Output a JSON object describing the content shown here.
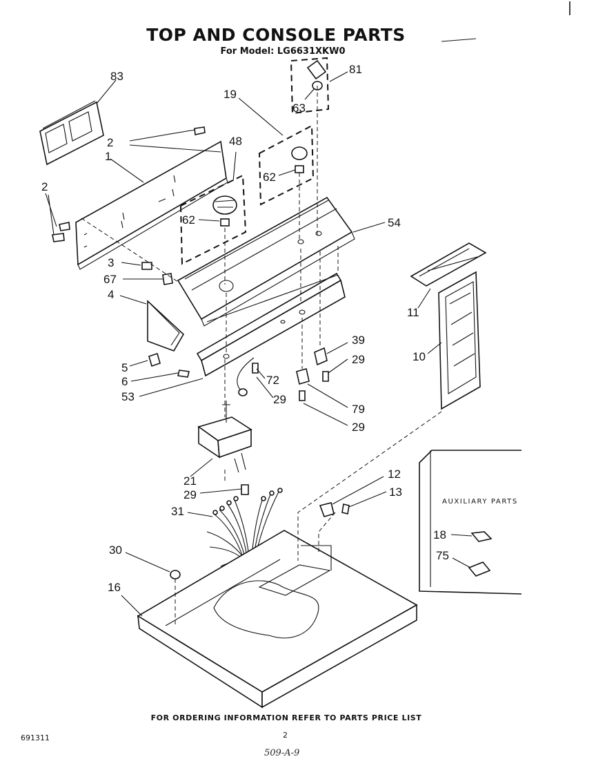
{
  "title": "TOP AND CONSOLE PARTS",
  "subtitle": "For Model: LG6631XKW0",
  "footer_note": "FOR ORDERING INFORMATION REFER TO PARTS PRICE LIST",
  "document_number": "691311",
  "page_number": "2",
  "handwritten_note": "509-A-9",
  "auxiliary_title": "AUXILIARY PARTS",
  "callouts": {
    "c83": "83",
    "c2a": "2",
    "c1": "1",
    "c2b": "2",
    "c48": "48",
    "c19": "19",
    "c81": "81",
    "c63": "63",
    "c62a": "62",
    "c62b": "62",
    "c54": "54",
    "c3": "3",
    "c67": "67",
    "c4": "4",
    "c11": "11",
    "c10": "10",
    "c39": "39",
    "c29a": "29",
    "c5": "5",
    "c6": "6",
    "c72": "72",
    "c53": "53",
    "c29b": "29",
    "c79": "79",
    "c29c": "29",
    "c21": "21",
    "c29d": "29",
    "c12": "12",
    "c13": "13",
    "c31": "31",
    "c30": "30",
    "c16": "16",
    "c18": "18",
    "c75": "75"
  }
}
